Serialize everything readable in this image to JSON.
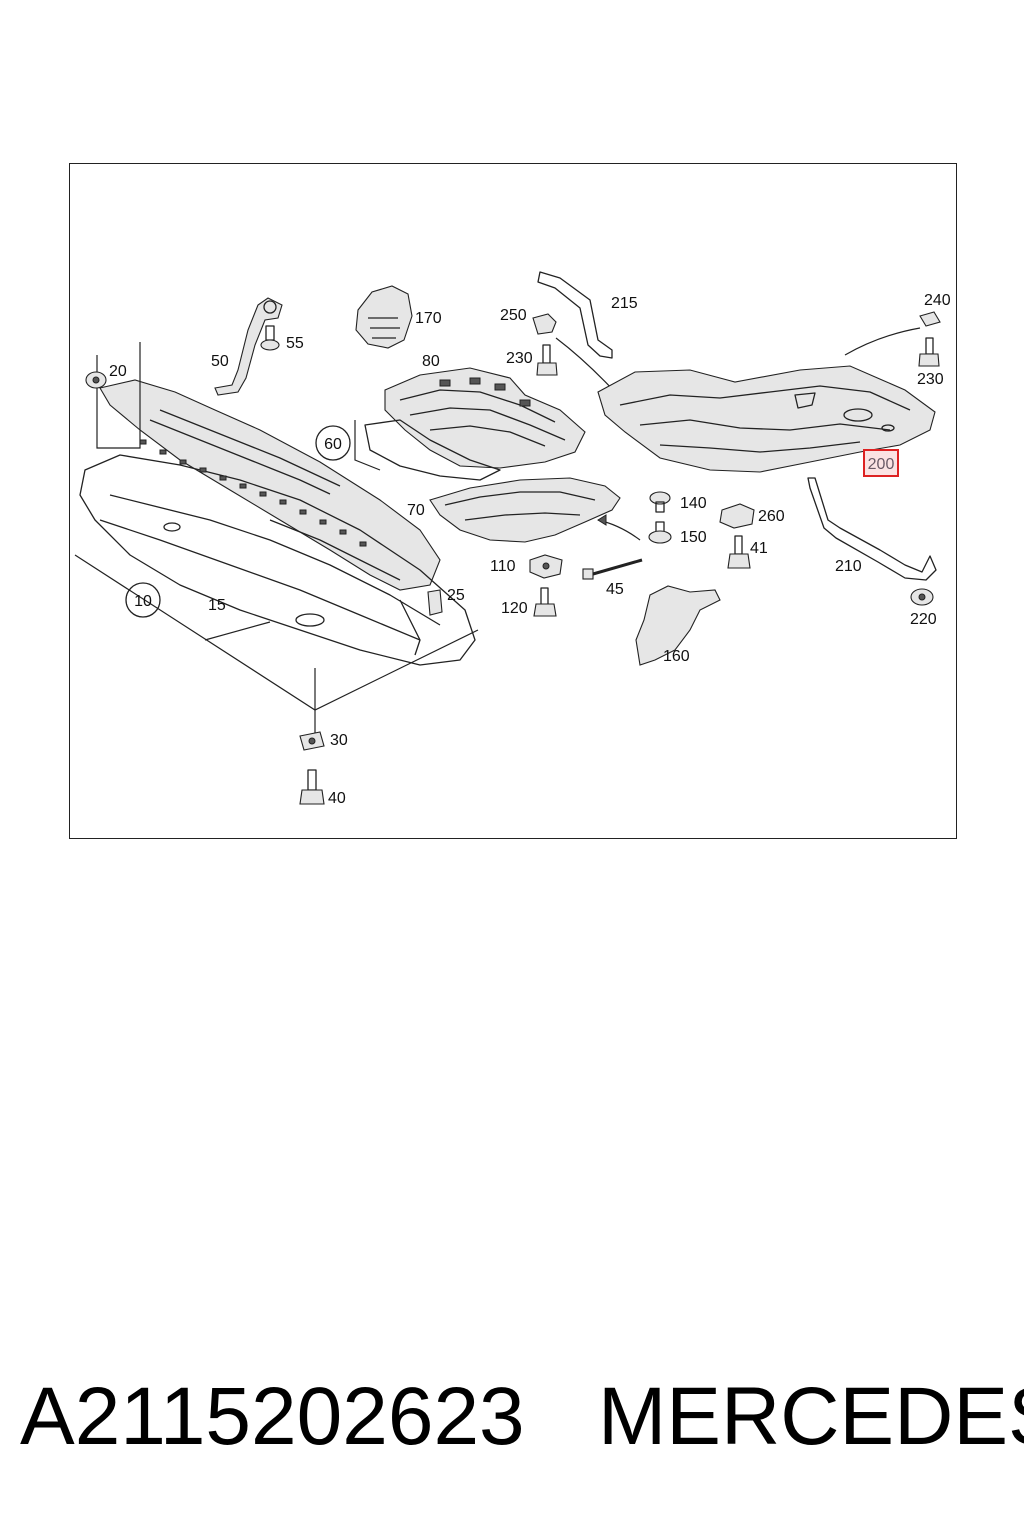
{
  "diagram": {
    "callouts": [
      {
        "id": "c10",
        "text": "10",
        "circled": true
      },
      {
        "id": "c15",
        "text": "15"
      },
      {
        "id": "c20",
        "text": "20"
      },
      {
        "id": "c25",
        "text": "25"
      },
      {
        "id": "c30",
        "text": "30"
      },
      {
        "id": "c40",
        "text": "40"
      },
      {
        "id": "c41",
        "text": "41"
      },
      {
        "id": "c45",
        "text": "45"
      },
      {
        "id": "c50",
        "text": "50"
      },
      {
        "id": "c55",
        "text": "55"
      },
      {
        "id": "c60",
        "text": "60",
        "circled": true
      },
      {
        "id": "c70",
        "text": "70"
      },
      {
        "id": "c80",
        "text": "80"
      },
      {
        "id": "c110",
        "text": "110"
      },
      {
        "id": "c120",
        "text": "120"
      },
      {
        "id": "c140",
        "text": "140"
      },
      {
        "id": "c150",
        "text": "150"
      },
      {
        "id": "c160",
        "text": "160"
      },
      {
        "id": "c170",
        "text": "170"
      },
      {
        "id": "c200",
        "text": "200",
        "highlighted": true
      },
      {
        "id": "c210",
        "text": "210"
      },
      {
        "id": "c215",
        "text": "215"
      },
      {
        "id": "c220",
        "text": "220"
      },
      {
        "id": "c230a",
        "text": "230"
      },
      {
        "id": "c230b",
        "text": "230"
      },
      {
        "id": "c240",
        "text": "240"
      },
      {
        "id": "c250",
        "text": "250"
      },
      {
        "id": "c260",
        "text": "260"
      }
    ],
    "highlight_color": "#d22222"
  },
  "footer": {
    "part_number": "A2115202623",
    "brand": "MERCEDES"
  }
}
